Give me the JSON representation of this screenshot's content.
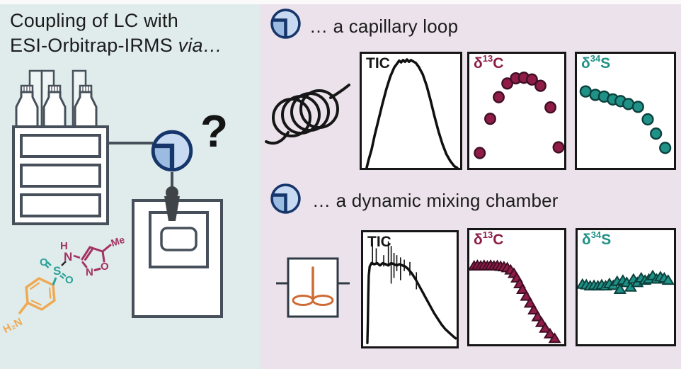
{
  "left_panel": {
    "title_line1": "Coupling of LC with",
    "title_line2": "ESI-Orbitrap-IRMS",
    "title_line2_italic": "via…",
    "question_mark": "?",
    "molecule": {
      "h2n": "H₂N",
      "s": "S",
      "o1": "O",
      "o2": "O",
      "h": "H",
      "n": "N",
      "ring_n": "N",
      "ring_o": "O",
      "me": "Me"
    }
  },
  "right_panel": {
    "capillary_header": "… a capillary loop",
    "mixing_header": "… a dynamic mixing chamber"
  },
  "icons": {
    "valve": "two-position-valve-icon",
    "capillary": "capillary-loop-coil-icon",
    "mixer": "dynamic-mixing-chamber-icon",
    "lc_instrument": "lc-pump-with-solvent-bottles-icon",
    "ms_instrument": "orbitrap-mass-spectrometer-icon",
    "esi_source": "esi-spray-funnel-icon"
  },
  "colors": {
    "left_bg": "#dfeceb",
    "right_bg": "#ece2eb",
    "outline_gray": "#47505a",
    "black": "#161616",
    "maroon": "#8e1c47",
    "maroon_dark": "#3f0e24",
    "teal": "#1f9187",
    "teal_dark": "#0b403c",
    "valve_fill_light": "#c7daf1",
    "valve_fill_dark": "#9cbbe0",
    "valve_stroke": "#16366b",
    "molecule_orange": "#efa953",
    "molecule_teal": "#2aa198",
    "molecule_magenta": "#a23363",
    "stirrer_orange": "#cf6b35"
  },
  "coords_note": "chart points are fractions of each panel, x left-to-right, y top-to-bottom",
  "chart_data": [
    {
      "id": "tic-capillary-loop",
      "type": "line",
      "label": {
        "base": "TIC",
        "sup": "",
        "elem": ""
      },
      "label_color": "#161616",
      "line_color": "#101010",
      "points": [
        [
          0.05,
          1.0
        ],
        [
          0.07,
          0.93
        ],
        [
          0.1,
          0.84
        ],
        [
          0.13,
          0.72
        ],
        [
          0.17,
          0.58
        ],
        [
          0.21,
          0.44
        ],
        [
          0.25,
          0.31
        ],
        [
          0.29,
          0.2
        ],
        [
          0.33,
          0.12
        ],
        [
          0.36,
          0.085
        ],
        [
          0.38,
          0.06
        ],
        [
          0.4,
          0.075
        ],
        [
          0.42,
          0.055
        ],
        [
          0.44,
          0.07
        ],
        [
          0.46,
          0.05
        ],
        [
          0.48,
          0.07
        ],
        [
          0.5,
          0.055
        ],
        [
          0.52,
          0.065
        ],
        [
          0.55,
          0.08
        ],
        [
          0.58,
          0.115
        ],
        [
          0.62,
          0.18
        ],
        [
          0.66,
          0.28
        ],
        [
          0.7,
          0.41
        ],
        [
          0.74,
          0.55
        ],
        [
          0.78,
          0.68
        ],
        [
          0.82,
          0.79
        ],
        [
          0.86,
          0.88
        ],
        [
          0.9,
          0.94
        ],
        [
          0.94,
          0.985
        ],
        [
          0.97,
          1.0
        ]
      ]
    },
    {
      "id": "d13c-capillary-loop",
      "type": "scatter",
      "marker": "circle",
      "label": {
        "base": "δ",
        "sup": "13",
        "elem": "C"
      },
      "label_color": "#8e1c47",
      "marker_fill": "#8e1c47",
      "marker_stroke": "#3f0e24",
      "points": [
        [
          0.11,
          0.87
        ],
        [
          0.22,
          0.57
        ],
        [
          0.31,
          0.38
        ],
        [
          0.4,
          0.26
        ],
        [
          0.49,
          0.215
        ],
        [
          0.575,
          0.21
        ],
        [
          0.66,
          0.225
        ],
        [
          0.75,
          0.28
        ],
        [
          0.855,
          0.47
        ],
        [
          0.94,
          0.82
        ]
      ]
    },
    {
      "id": "d34s-capillary-loop",
      "type": "scatter",
      "marker": "circle",
      "label": {
        "base": "δ",
        "sup": "34",
        "elem": "S"
      },
      "label_color": "#1f9187",
      "marker_fill": "#1f9187",
      "marker_stroke": "#0b403c",
      "points": [
        [
          0.09,
          0.33
        ],
        [
          0.19,
          0.36
        ],
        [
          0.28,
          0.375
        ],
        [
          0.37,
          0.4
        ],
        [
          0.45,
          0.415
        ],
        [
          0.53,
          0.44
        ],
        [
          0.63,
          0.465
        ],
        [
          0.73,
          0.575
        ],
        [
          0.815,
          0.7
        ],
        [
          0.91,
          0.825
        ]
      ]
    },
    {
      "id": "tic-mixing-chamber",
      "type": "line",
      "label": {
        "base": "TIC",
        "sup": "",
        "elem": ""
      },
      "label_color": "#161616",
      "line_color": "#101010",
      "points": [
        [
          0.045,
          0.97
        ],
        [
          0.05,
          0.8
        ],
        [
          0.055,
          0.55
        ],
        [
          0.06,
          0.38
        ],
        [
          0.07,
          0.3
        ],
        [
          0.09,
          0.27
        ],
        [
          0.12,
          0.28
        ],
        [
          0.15,
          0.27
        ],
        [
          0.18,
          0.29
        ],
        [
          0.21,
          0.27
        ],
        [
          0.24,
          0.28
        ],
        [
          0.27,
          0.29
        ],
        [
          0.3,
          0.27
        ],
        [
          0.33,
          0.28
        ],
        [
          0.36,
          0.29
        ],
        [
          0.39,
          0.28
        ],
        [
          0.42,
          0.29
        ],
        [
          0.45,
          0.3
        ],
        [
          0.48,
          0.32
        ],
        [
          0.52,
          0.36
        ],
        [
          0.56,
          0.41
        ],
        [
          0.6,
          0.47
        ],
        [
          0.64,
          0.53
        ],
        [
          0.68,
          0.59
        ],
        [
          0.72,
          0.65
        ],
        [
          0.76,
          0.71
        ],
        [
          0.8,
          0.76
        ],
        [
          0.84,
          0.81
        ],
        [
          0.88,
          0.85
        ],
        [
          0.92,
          0.88
        ],
        [
          0.96,
          0.91
        ],
        [
          0.99,
          0.93
        ]
      ],
      "spikes": [
        [
          0.1,
          0.1,
          0.28
        ],
        [
          0.14,
          0.14,
          0.28
        ],
        [
          0.22,
          0.2,
          0.3
        ],
        [
          0.27,
          0.08,
          0.3
        ],
        [
          0.3,
          0.12,
          0.45
        ],
        [
          0.33,
          0.18,
          0.4
        ],
        [
          0.36,
          0.2,
          0.34
        ],
        [
          0.4,
          0.22,
          0.42
        ],
        [
          0.44,
          0.24,
          0.34
        ],
        [
          0.5,
          0.26,
          0.38
        ],
        [
          0.57,
          0.35,
          0.5
        ]
      ]
    },
    {
      "id": "d13c-mixing-chamber",
      "type": "scatter",
      "marker": "triangle",
      "label": {
        "base": "δ",
        "sup": "13",
        "elem": "C"
      },
      "label_color": "#8e1c47",
      "marker_fill": "#8e1c47",
      "marker_stroke": "#3f0e24",
      "points": [
        [
          0.05,
          0.315
        ],
        [
          0.085,
          0.31
        ],
        [
          0.12,
          0.315
        ],
        [
          0.155,
          0.31
        ],
        [
          0.19,
          0.315
        ],
        [
          0.225,
          0.31
        ],
        [
          0.26,
          0.315
        ],
        [
          0.295,
          0.312
        ],
        [
          0.33,
          0.318
        ],
        [
          0.365,
          0.322
        ],
        [
          0.4,
          0.33
        ],
        [
          0.435,
          0.35
        ],
        [
          0.47,
          0.38
        ],
        [
          0.5,
          0.42
        ],
        [
          0.53,
          0.47
        ],
        [
          0.56,
          0.52
        ],
        [
          0.6,
          0.58
        ],
        [
          0.64,
          0.64
        ],
        [
          0.68,
          0.7
        ],
        [
          0.72,
          0.76
        ],
        [
          0.76,
          0.81
        ],
        [
          0.8,
          0.86
        ],
        [
          0.85,
          0.91
        ],
        [
          0.9,
          0.95
        ]
      ]
    },
    {
      "id": "d34s-mixing-chamber",
      "type": "scatter",
      "marker": "triangle",
      "label": {
        "base": "δ",
        "sup": "34",
        "elem": "S"
      },
      "label_color": "#1f9187",
      "marker_fill": "#1f9187",
      "marker_stroke": "#0b403c",
      "points": [
        [
          0.05,
          0.475
        ],
        [
          0.09,
          0.48
        ],
        [
          0.13,
          0.49
        ],
        [
          0.17,
          0.485
        ],
        [
          0.21,
          0.49
        ],
        [
          0.25,
          0.48
        ],
        [
          0.29,
          0.49
        ],
        [
          0.33,
          0.47
        ],
        [
          0.37,
          0.485
        ],
        [
          0.41,
          0.45
        ],
        [
          0.44,
          0.52
        ],
        [
          0.47,
          0.44
        ],
        [
          0.51,
          0.46
        ],
        [
          0.55,
          0.5
        ],
        [
          0.58,
          0.43
        ],
        [
          0.62,
          0.46
        ],
        [
          0.66,
          0.42
        ],
        [
          0.7,
          0.44
        ],
        [
          0.74,
          0.43
        ],
        [
          0.78,
          0.4
        ],
        [
          0.82,
          0.43
        ],
        [
          0.86,
          0.41
        ],
        [
          0.9,
          0.42
        ],
        [
          0.94,
          0.44
        ]
      ]
    }
  ]
}
